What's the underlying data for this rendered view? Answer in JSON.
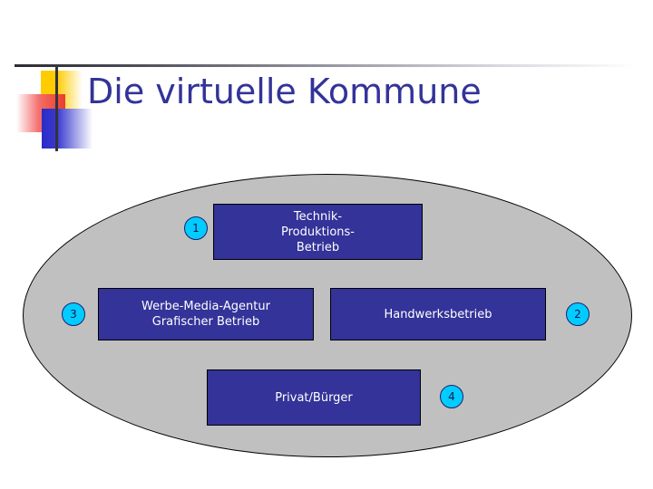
{
  "slide": {
    "title": "Die virtuelle Kommune",
    "title_color": "#333399",
    "background_color": "#ffffff"
  },
  "logo": {
    "square_yellow_color": "#FFCC00",
    "square_red_color": "#E8352E",
    "square_blue_color": "#2B2BC8",
    "rule_color": "#2c2c33"
  },
  "diagram": {
    "container_shape": "ellipse",
    "container_fill": "#C0C0C0",
    "container_border": "#000000",
    "node_fill": "#333399",
    "node_text_color": "#ffffff",
    "marker_fill": "#00CCFF",
    "marker_text_color": "#14145A",
    "nodes": [
      {
        "id": "technik",
        "label": "Technik-\nProduktions-\nBetrieb",
        "marker": "1"
      },
      {
        "id": "werbe",
        "label": "Werbe-Media-Agentur\nGrafischer Betrieb",
        "marker": "3"
      },
      {
        "id": "handwerk",
        "label": "Handwerksbetrieb",
        "marker": "2"
      },
      {
        "id": "privat",
        "label": "Privat/Bürger",
        "marker": "4"
      }
    ]
  }
}
